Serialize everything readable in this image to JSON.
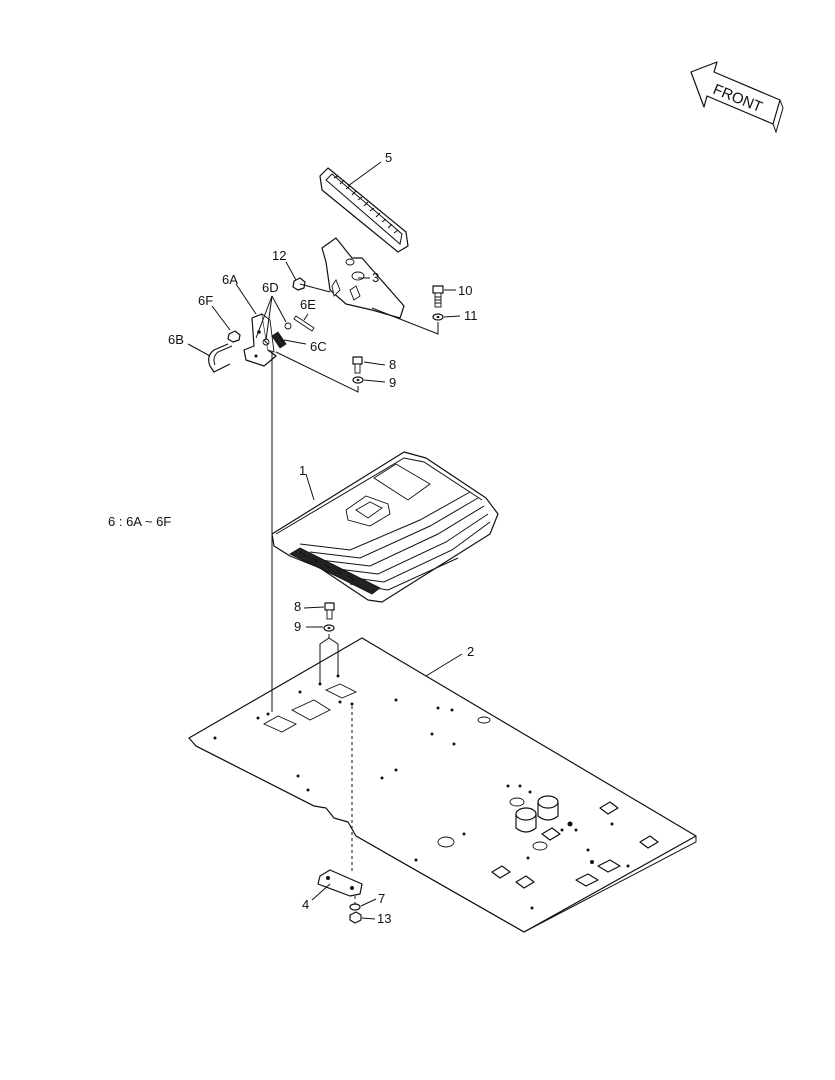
{
  "front_arrow": {
    "label": "FRONT"
  },
  "set_note": "6 : 6A ~ 6F",
  "callouts": {
    "c1": "1",
    "c2": "2",
    "c3": "3",
    "c4": "4",
    "c5": "5",
    "c6a": "6A",
    "c6b": "6B",
    "c6c": "6C",
    "c6d": "6D",
    "c6e": "6E",
    "c6f": "6F",
    "c7": "7",
    "c8a": "8",
    "c8b": "8",
    "c9a": "9",
    "c9b": "9",
    "c10": "10",
    "c11": "11",
    "c12": "12",
    "c13": "13"
  }
}
